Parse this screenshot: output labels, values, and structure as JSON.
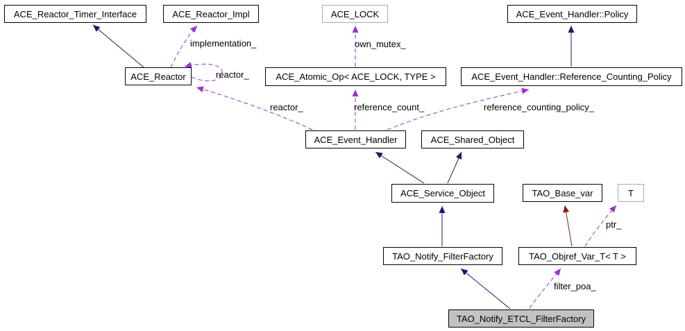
{
  "diagram": {
    "kind": "collaboration-diagram",
    "current_class": "TAO_Notify_ETCL_FilterFactory",
    "colors": {
      "inheritance_arrow": "#191970",
      "usage_arrow": "#9a32cd",
      "private_inheritance_arrow": "#8b1a1a",
      "node_border": "#000000",
      "template_node_border": "#a9a9a9",
      "node_fill": "#ffffff",
      "selected_node_fill": "#c2c2c2"
    },
    "nodes": [
      {
        "label": "ACE_Reactor_Timer_Interface"
      },
      {
        "label": "ACE_Reactor_Impl"
      },
      {
        "label": "ACE_LOCK"
      },
      {
        "label": "ACE_Event_Handler::Policy"
      },
      {
        "label": "ACE_Reactor"
      },
      {
        "label": "ACE_Atomic_Op< ACE_LOCK, TYPE >"
      },
      {
        "label": "ACE_Event_Handler::Reference_Counting_Policy"
      },
      {
        "label": "ACE_Event_Handler"
      },
      {
        "label": "ACE_Shared_Object"
      },
      {
        "label": "ACE_Service_Object"
      },
      {
        "label": "TAO_Base_var"
      },
      {
        "label": "T"
      },
      {
        "label": "TAO_Notify_FilterFactory"
      },
      {
        "label": "TAO_Objref_Var_T< T >"
      },
      {
        "label": "TAO_Notify_ETCL_FilterFactory"
      }
    ],
    "edge_labels": [
      {
        "text": "implementation_"
      },
      {
        "text": "own_mutex_"
      },
      {
        "text": "reactor_"
      },
      {
        "text": "reactor_"
      },
      {
        "text": "reference_count_"
      },
      {
        "text": "reference_counting_policy_"
      },
      {
        "text": "ptr_"
      },
      {
        "text": "filter_poa_"
      }
    ]
  }
}
